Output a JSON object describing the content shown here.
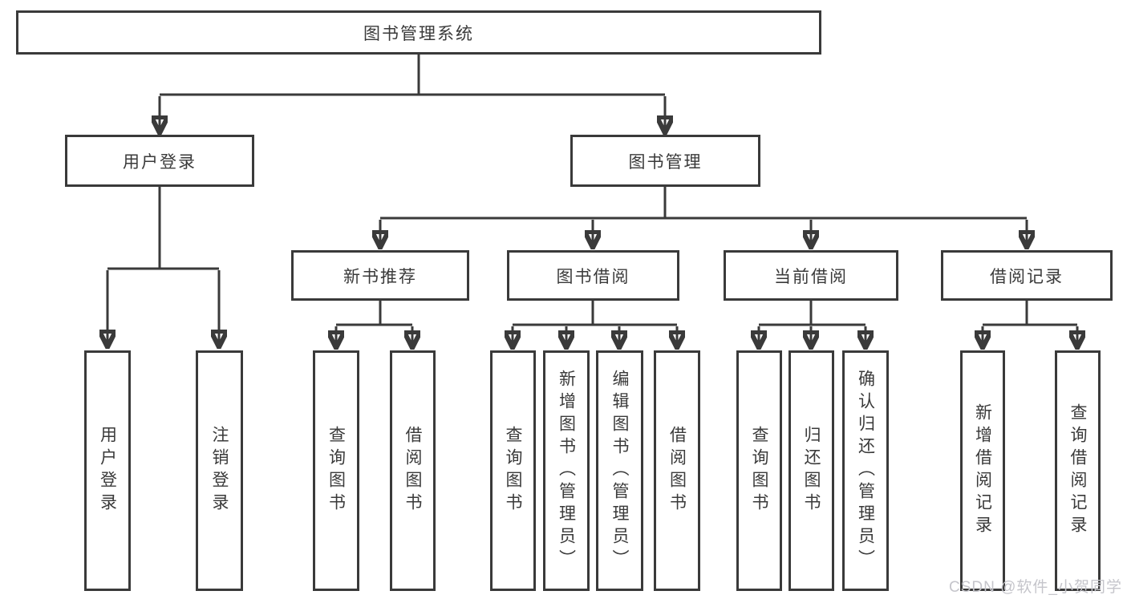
{
  "diagram_title": "图书管理系统",
  "level2": [
    {
      "label": "用户登录",
      "leaves": [
        "用户登录",
        "注销登录"
      ]
    },
    {
      "label": "图书管理"
    }
  ],
  "level3": [
    {
      "label": "新书推荐",
      "leaves": [
        "查询图书",
        "借阅图书"
      ]
    },
    {
      "label": "图书借阅",
      "leaves": [
        "查询图书",
        "新增图书（管理员）",
        "编辑图书（管理员）",
        "借阅图书"
      ]
    },
    {
      "label": "当前借阅",
      "leaves": [
        "查询图书",
        "归还图书",
        "确认归还（管理员）"
      ]
    },
    {
      "label": "借阅记录",
      "leaves": [
        "新增借阅记录",
        "查询借阅记录"
      ]
    }
  ],
  "watermark": "CSDN @软件_小贺同学",
  "colors": {
    "line": "#3a3a3a",
    "box_border": "#3a3a3a",
    "box_fill": "#ffffff",
    "text": "#3a3a3a",
    "watermark": "#c5c5cb"
  }
}
